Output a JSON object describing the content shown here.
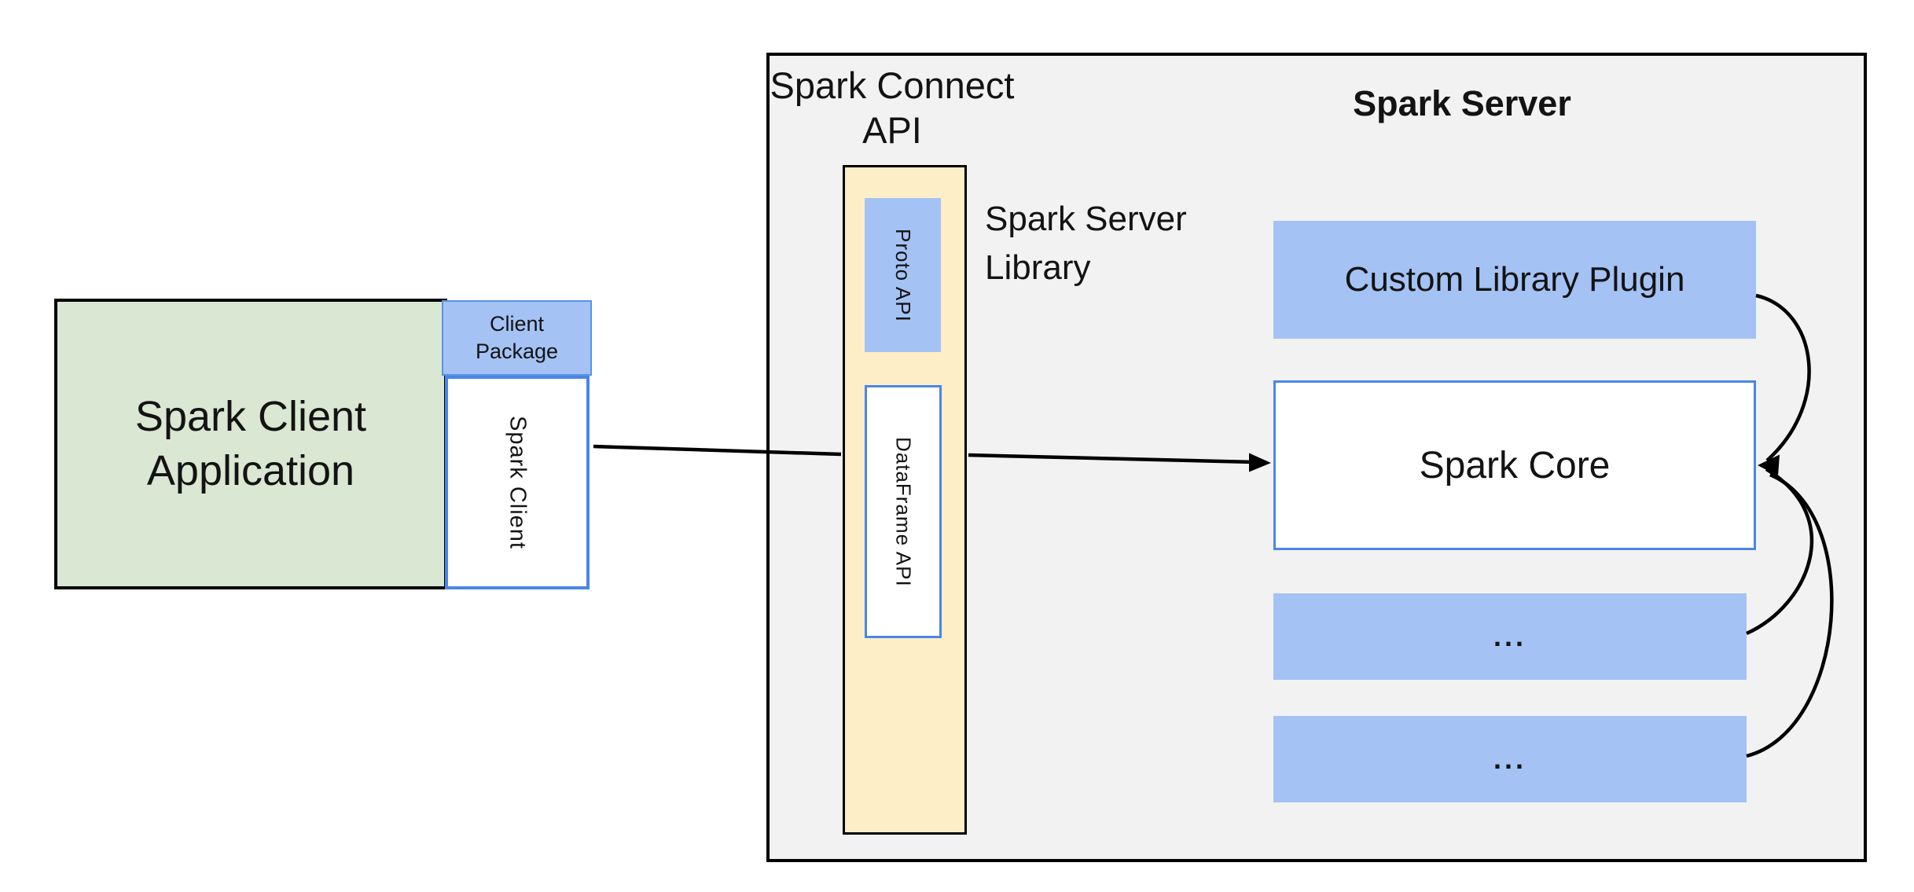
{
  "colors": {
    "background": "#ffffff",
    "panel_gray_fill": "#f2f2f2",
    "green_fill": "#d9e7d3",
    "blue_fill": "#a4c2f4",
    "yellow_fill": "#fdeec8",
    "blue_border": "#4a86e8",
    "outline_black": "#000000"
  },
  "client": {
    "app_line1": "Spark Client",
    "app_line2": "Application",
    "package_line1": "Client",
    "package_line2": "Package",
    "client_label": "Spark Client"
  },
  "connect": {
    "title_line1": "Spark Connect",
    "title_line2": "API",
    "proto_label": "Proto API",
    "dataframe_label": "DataFrame API",
    "library_line1": "Spark Server",
    "library_line2": "Library"
  },
  "server": {
    "title": "Spark Server",
    "plugin_label": "Custom Library Plugin",
    "core_label": "Spark Core",
    "plugin_dots_1": "...",
    "plugin_dots_2": "..."
  },
  "diagram": {
    "type": "architecture",
    "nodes": [
      "Spark Client Application",
      "Client Package",
      "Spark Client",
      "Spark Connect API",
      "Proto API",
      "DataFrame API",
      "Spark Server Library",
      "Spark Server",
      "Custom Library Plugin",
      "Spark Core",
      "... plugin 1",
      "... plugin 2"
    ],
    "edges": [
      {
        "from": "Spark Client",
        "to": "Spark Connect API (DataFrame API)",
        "style": "straight-line"
      },
      {
        "from": "Spark Connect API (DataFrame API)",
        "to": "Spark Core",
        "style": "straight-arrow"
      },
      {
        "from": "Custom Library Plugin",
        "to": "Spark Core",
        "style": "curved-arrow"
      },
      {
        "from": "... plugin 1",
        "to": "Spark Core",
        "style": "curved-arrow"
      },
      {
        "from": "... plugin 2",
        "to": "Spark Core",
        "style": "curved-arrow"
      }
    ]
  }
}
